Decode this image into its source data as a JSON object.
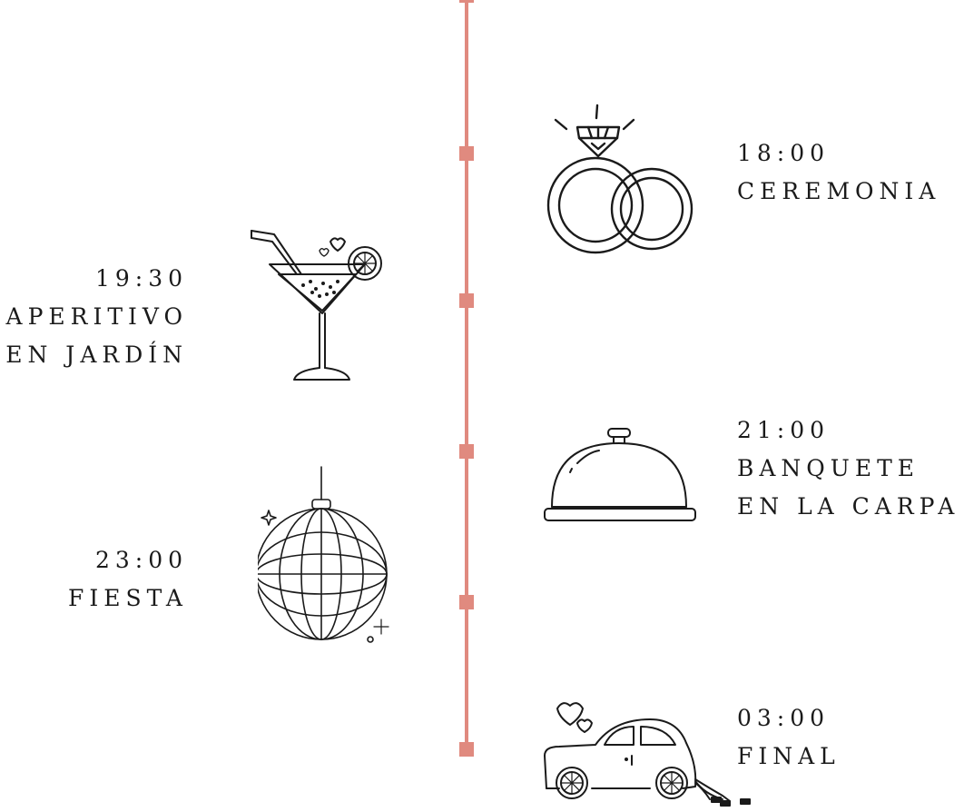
{
  "timeline": {
    "line_color": "#e08a7f",
    "events": [
      {
        "time": "18:00",
        "label_lines": [
          "CEREMONIA"
        ],
        "icon": "wedding-rings-icon",
        "side": "right"
      },
      {
        "time": "19:30",
        "label_lines": [
          "APERITIVO",
          "EN JARDÍN"
        ],
        "icon": "cocktail-icon",
        "side": "left"
      },
      {
        "time": "21:00",
        "label_lines": [
          "BANQUETE",
          "EN LA CARPA"
        ],
        "icon": "cloche-icon",
        "side": "right"
      },
      {
        "time": "23:00",
        "label_lines": [
          "FIESTA"
        ],
        "icon": "disco-ball-icon",
        "side": "left"
      },
      {
        "time": "03:00",
        "label_lines": [
          "FINAL"
        ],
        "icon": "just-married-car-icon",
        "side": "right"
      }
    ]
  }
}
